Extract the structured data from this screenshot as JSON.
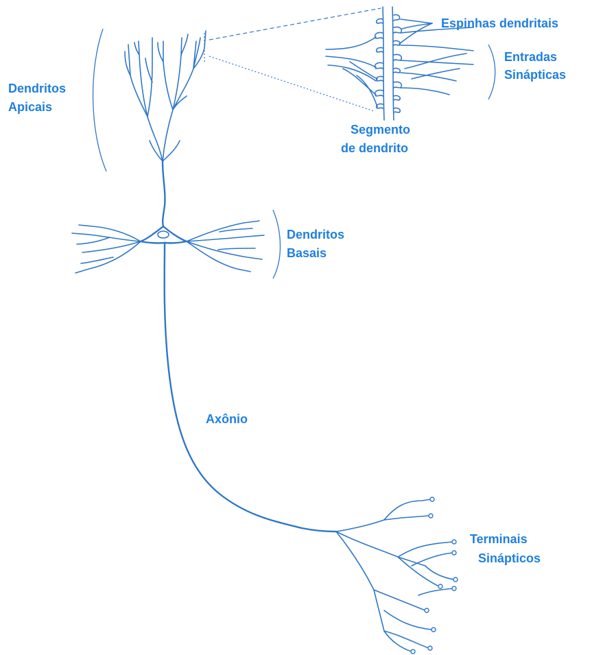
{
  "labels": {
    "espinhas": "Espinhas dendritais",
    "entradas_1": "Entradas",
    "entradas_2": "Sinápticas",
    "apicais_1": "Dendritos",
    "apicais_2": "Apicais",
    "segmento_1": "Segmento",
    "segmento_2": "de dendrito",
    "basais_1": "Dendritos",
    "basais_2": "Basais",
    "axonio": "Axônio",
    "terminais_1": "Terminais",
    "terminais_2": "Sinápticos"
  },
  "colors": {
    "line": "#2f77c8",
    "text": "#1f7fe0",
    "background": "#ffffff"
  }
}
